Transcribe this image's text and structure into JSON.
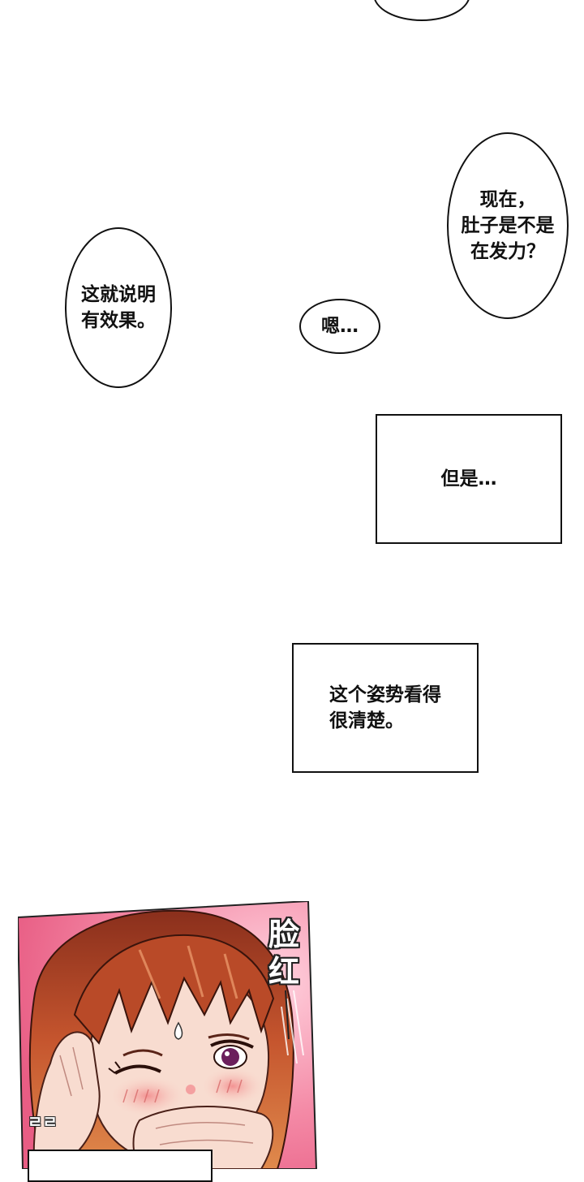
{
  "dialogue": {
    "bubble_now": "现在，\n肚子是不是\n在发力？",
    "bubble_effect": "这就说明\n有效果。",
    "bubble_hmm": "嗯…",
    "box_but": "但是…",
    "box_posture": "这个姿势看得\n很清楚。"
  },
  "panel": {
    "sfx_blush": "脸\n红",
    "sfx_small": "ㄹㄹ",
    "colors": {
      "background_pink": "#f06a8e",
      "hair": "#c5552e",
      "skin": "#f8dcd0",
      "blush": "#f4a0a0",
      "eye": "#6b1f5c"
    }
  }
}
